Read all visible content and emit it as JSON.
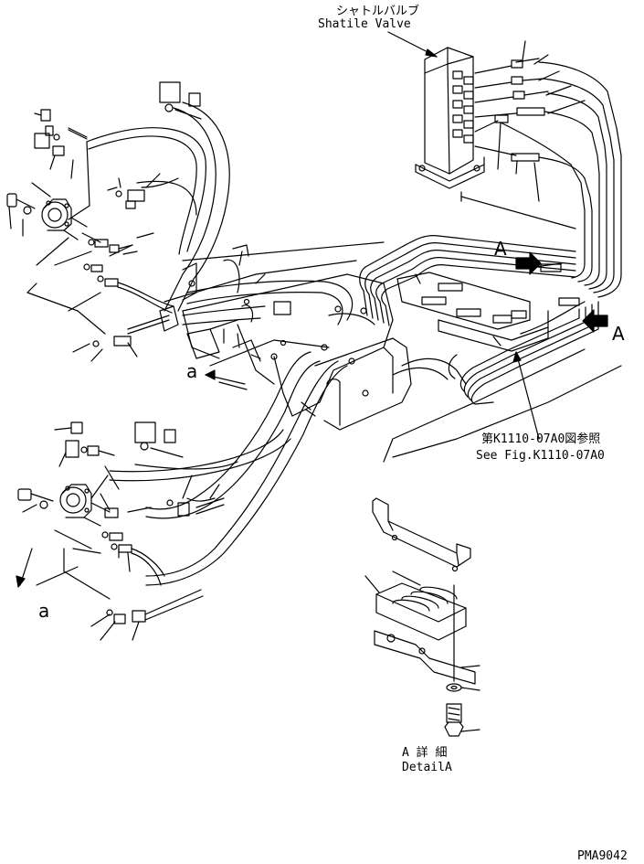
{
  "labels": {
    "shuttle_valve_jp": "シャトルバルブ",
    "shuttle_valve_en": "Shatile Valve",
    "view_a_upper": "A",
    "view_a_lower": "A",
    "section_a_upper": "a",
    "section_a_lower": "a",
    "ref_jp": "第K1110-07A0図参照",
    "ref_en": "See Fig.K1110-07A0",
    "detail_jp": "A 詳 細",
    "detail_en": "DetailA",
    "drawing_no": "PMA9042"
  }
}
